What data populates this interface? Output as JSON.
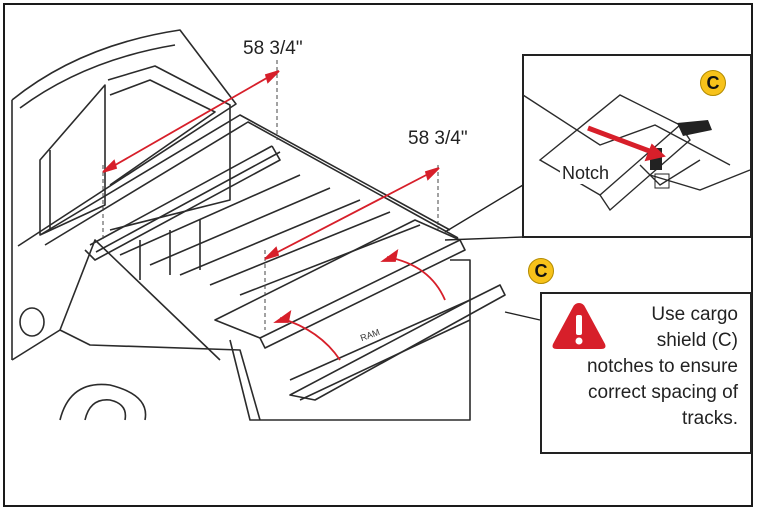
{
  "dimensions": {
    "rear": "58 3/4\"",
    "front": "58 3/4\""
  },
  "detail": {
    "badge": "C",
    "notch_label": "Notch"
  },
  "part_badge": "C",
  "tailgate_brand": "RAM",
  "callout": {
    "lines": [
      "Use cargo",
      "shield (C)",
      "notches to ensure",
      "correct spacing of",
      "tracks."
    ]
  },
  "colors": {
    "arrow": "#d71f2a",
    "badge": "#f7c21a",
    "line": "#2b2b2b"
  }
}
